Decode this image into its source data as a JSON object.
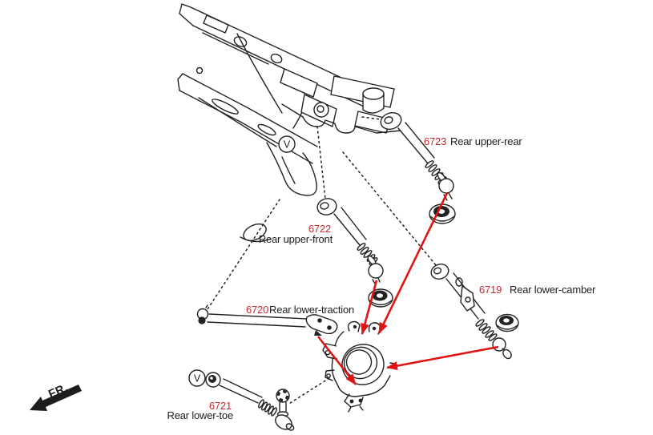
{
  "diagram": {
    "type": "suspension-parts-diagram",
    "parts": [
      {
        "number": "6723",
        "name": "Rear upper-rear"
      },
      {
        "number": "6722",
        "name": "Rear upper-front"
      },
      {
        "number": "6719",
        "name": "Rear lower-camber"
      },
      {
        "number": "6720",
        "name": "Rear lower-traction"
      },
      {
        "number": "6721",
        "name": "Rear lower-toe"
      }
    ],
    "direction_label": "FR.",
    "view_marker": "V",
    "colors": {
      "part_number_red": "#c22a2e",
      "arrow_red": "#e01414",
      "line_black": "#222222",
      "background": "#ffffff"
    }
  }
}
